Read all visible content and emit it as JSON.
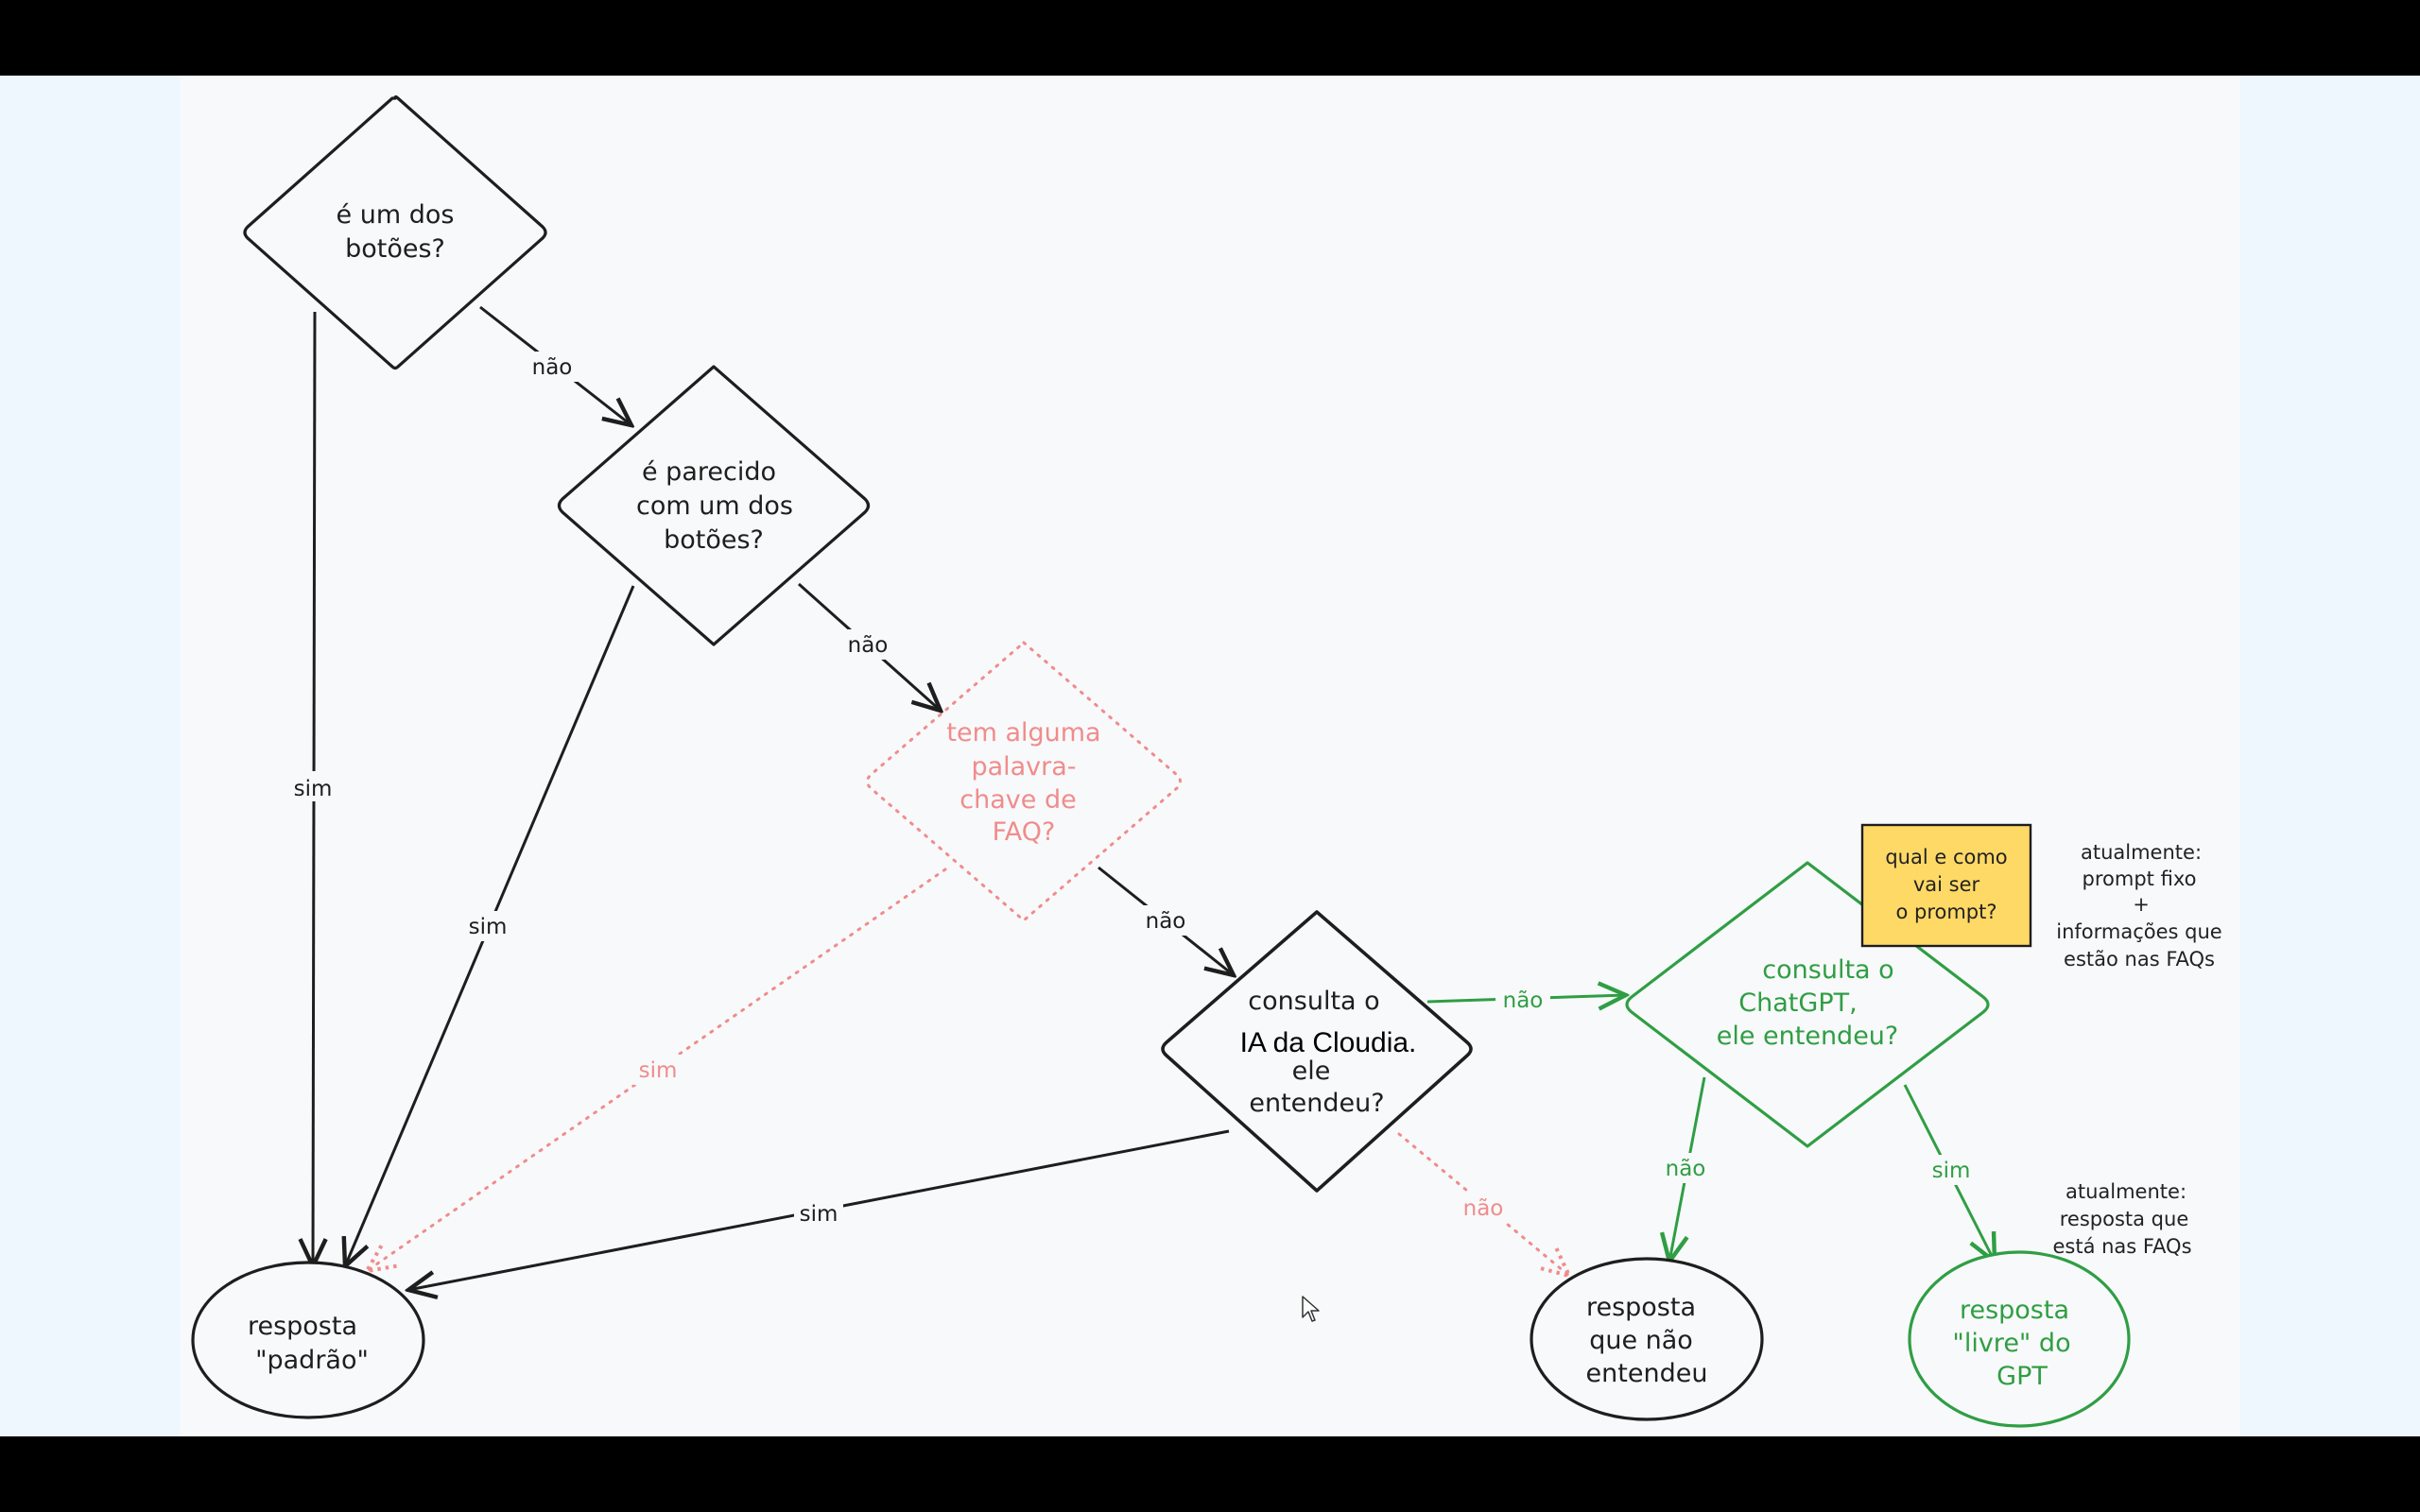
{
  "nodes": {
    "q_botoes": {
      "lines": [
        "é um dos",
        "botões?"
      ]
    },
    "q_parecido": {
      "lines": [
        "é parecido",
        "com um dos",
        "botões?"
      ]
    },
    "q_faq": {
      "lines": [
        "tem alguma",
        "palavra-",
        "chave de",
        "FAQ?"
      ]
    },
    "q_ia": {
      "lines": [
        "consulta o",
        "ele",
        "entendeu?"
      ],
      "overlay": "IA da Cloudia."
    },
    "q_gpt": {
      "lines": [
        "consulta o",
        "ChatGPT,",
        "ele entendeu?"
      ]
    },
    "r_padrao": {
      "lines": [
        "resposta",
        "\"padrão\""
      ]
    },
    "r_nao_entendeu": {
      "lines": [
        "resposta",
        "que não",
        "entendeu"
      ]
    },
    "r_gpt": {
      "lines": [
        "resposta",
        "\"livre\" do",
        "GPT"
      ]
    }
  },
  "edges": {
    "botoes_nao": "não",
    "botoes_sim": "sim",
    "parecido_nao": "não",
    "parecido_sim": "sim",
    "faq_nao": "não",
    "faq_sim": "sim",
    "ia_sim": "sim",
    "ia_nao_gpt": "não",
    "ia_nao_resposta": "não",
    "gpt_nao": "não",
    "gpt_sim": "sim"
  },
  "notes": {
    "prompt_sticky": [
      "qual e como",
      "vai ser",
      "o prompt?"
    ],
    "prompt_info": [
      "atualmente:",
      "prompt fixo",
      "+",
      "informações que",
      "estão nas FAQs"
    ],
    "faq_info": [
      "atualmente:",
      "resposta que",
      "está nas FAQs"
    ]
  },
  "colors": {
    "ink": "#1e1e1e",
    "faded": "#f08c8c",
    "green": "#2f9e44",
    "sticky": "#ffd966",
    "canvas": "#f8f9fa",
    "side": "#eef6fe"
  }
}
